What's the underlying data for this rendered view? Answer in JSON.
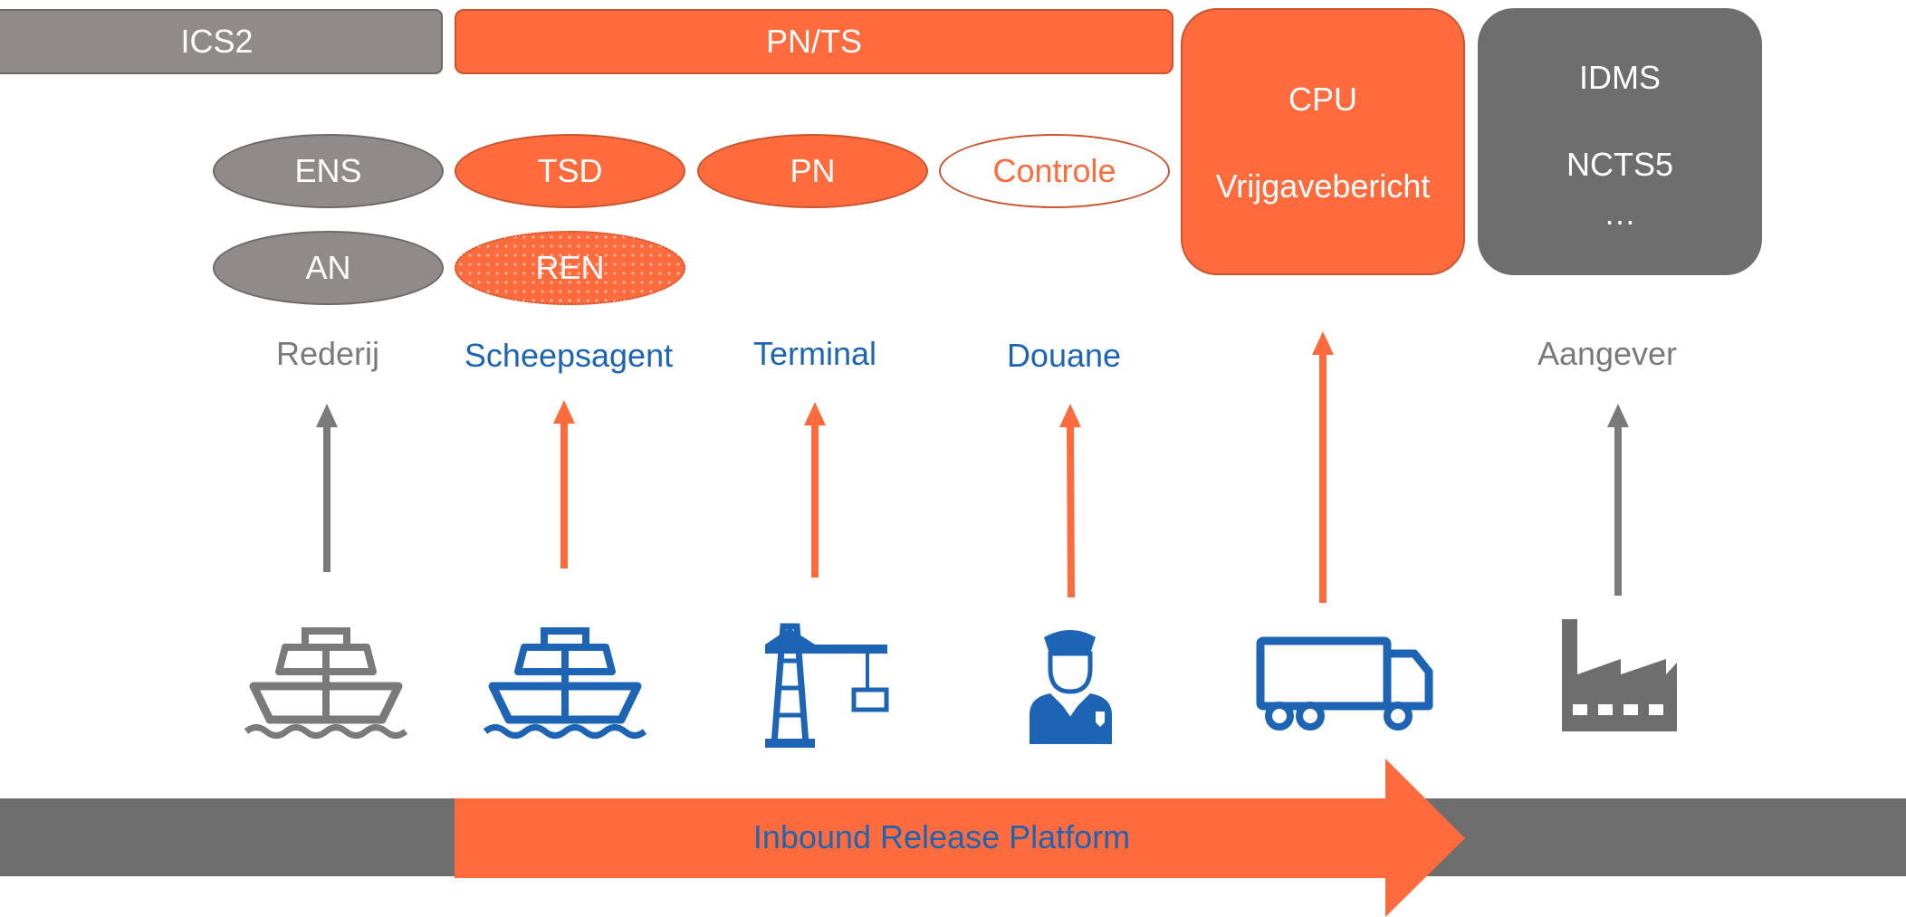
{
  "colors": {
    "orange": "#ff6b3d",
    "gray": "#7a7a7a",
    "lightgray": "#918a8a",
    "darkgray": "#6e6e6e",
    "blue": "#1e64b4"
  },
  "top_bars": {
    "ics2": "ICS2",
    "pnts": "PN/TS"
  },
  "boxes": {
    "cpu": {
      "line1": "CPU",
      "line2": "Vrijgavebericht"
    },
    "idms": {
      "line1": "IDMS",
      "line2": "NCTS5",
      "line3": "…"
    }
  },
  "messages": {
    "ens": "ENS",
    "an": "AN",
    "tsd": "TSD",
    "ren": "REN",
    "pn": "PN",
    "controle": "Controle"
  },
  "actors": {
    "rederij": "Rederij",
    "scheepsagent": "Scheepsagent",
    "terminal": "Terminal",
    "douane": "Douane",
    "aangever": "Aangever"
  },
  "icons": [
    "ship-icon",
    "ship-icon",
    "crane-icon",
    "customs-officer-icon",
    "truck-icon",
    "factory-icon"
  ],
  "platform": {
    "label": "Inbound Release Platform"
  }
}
